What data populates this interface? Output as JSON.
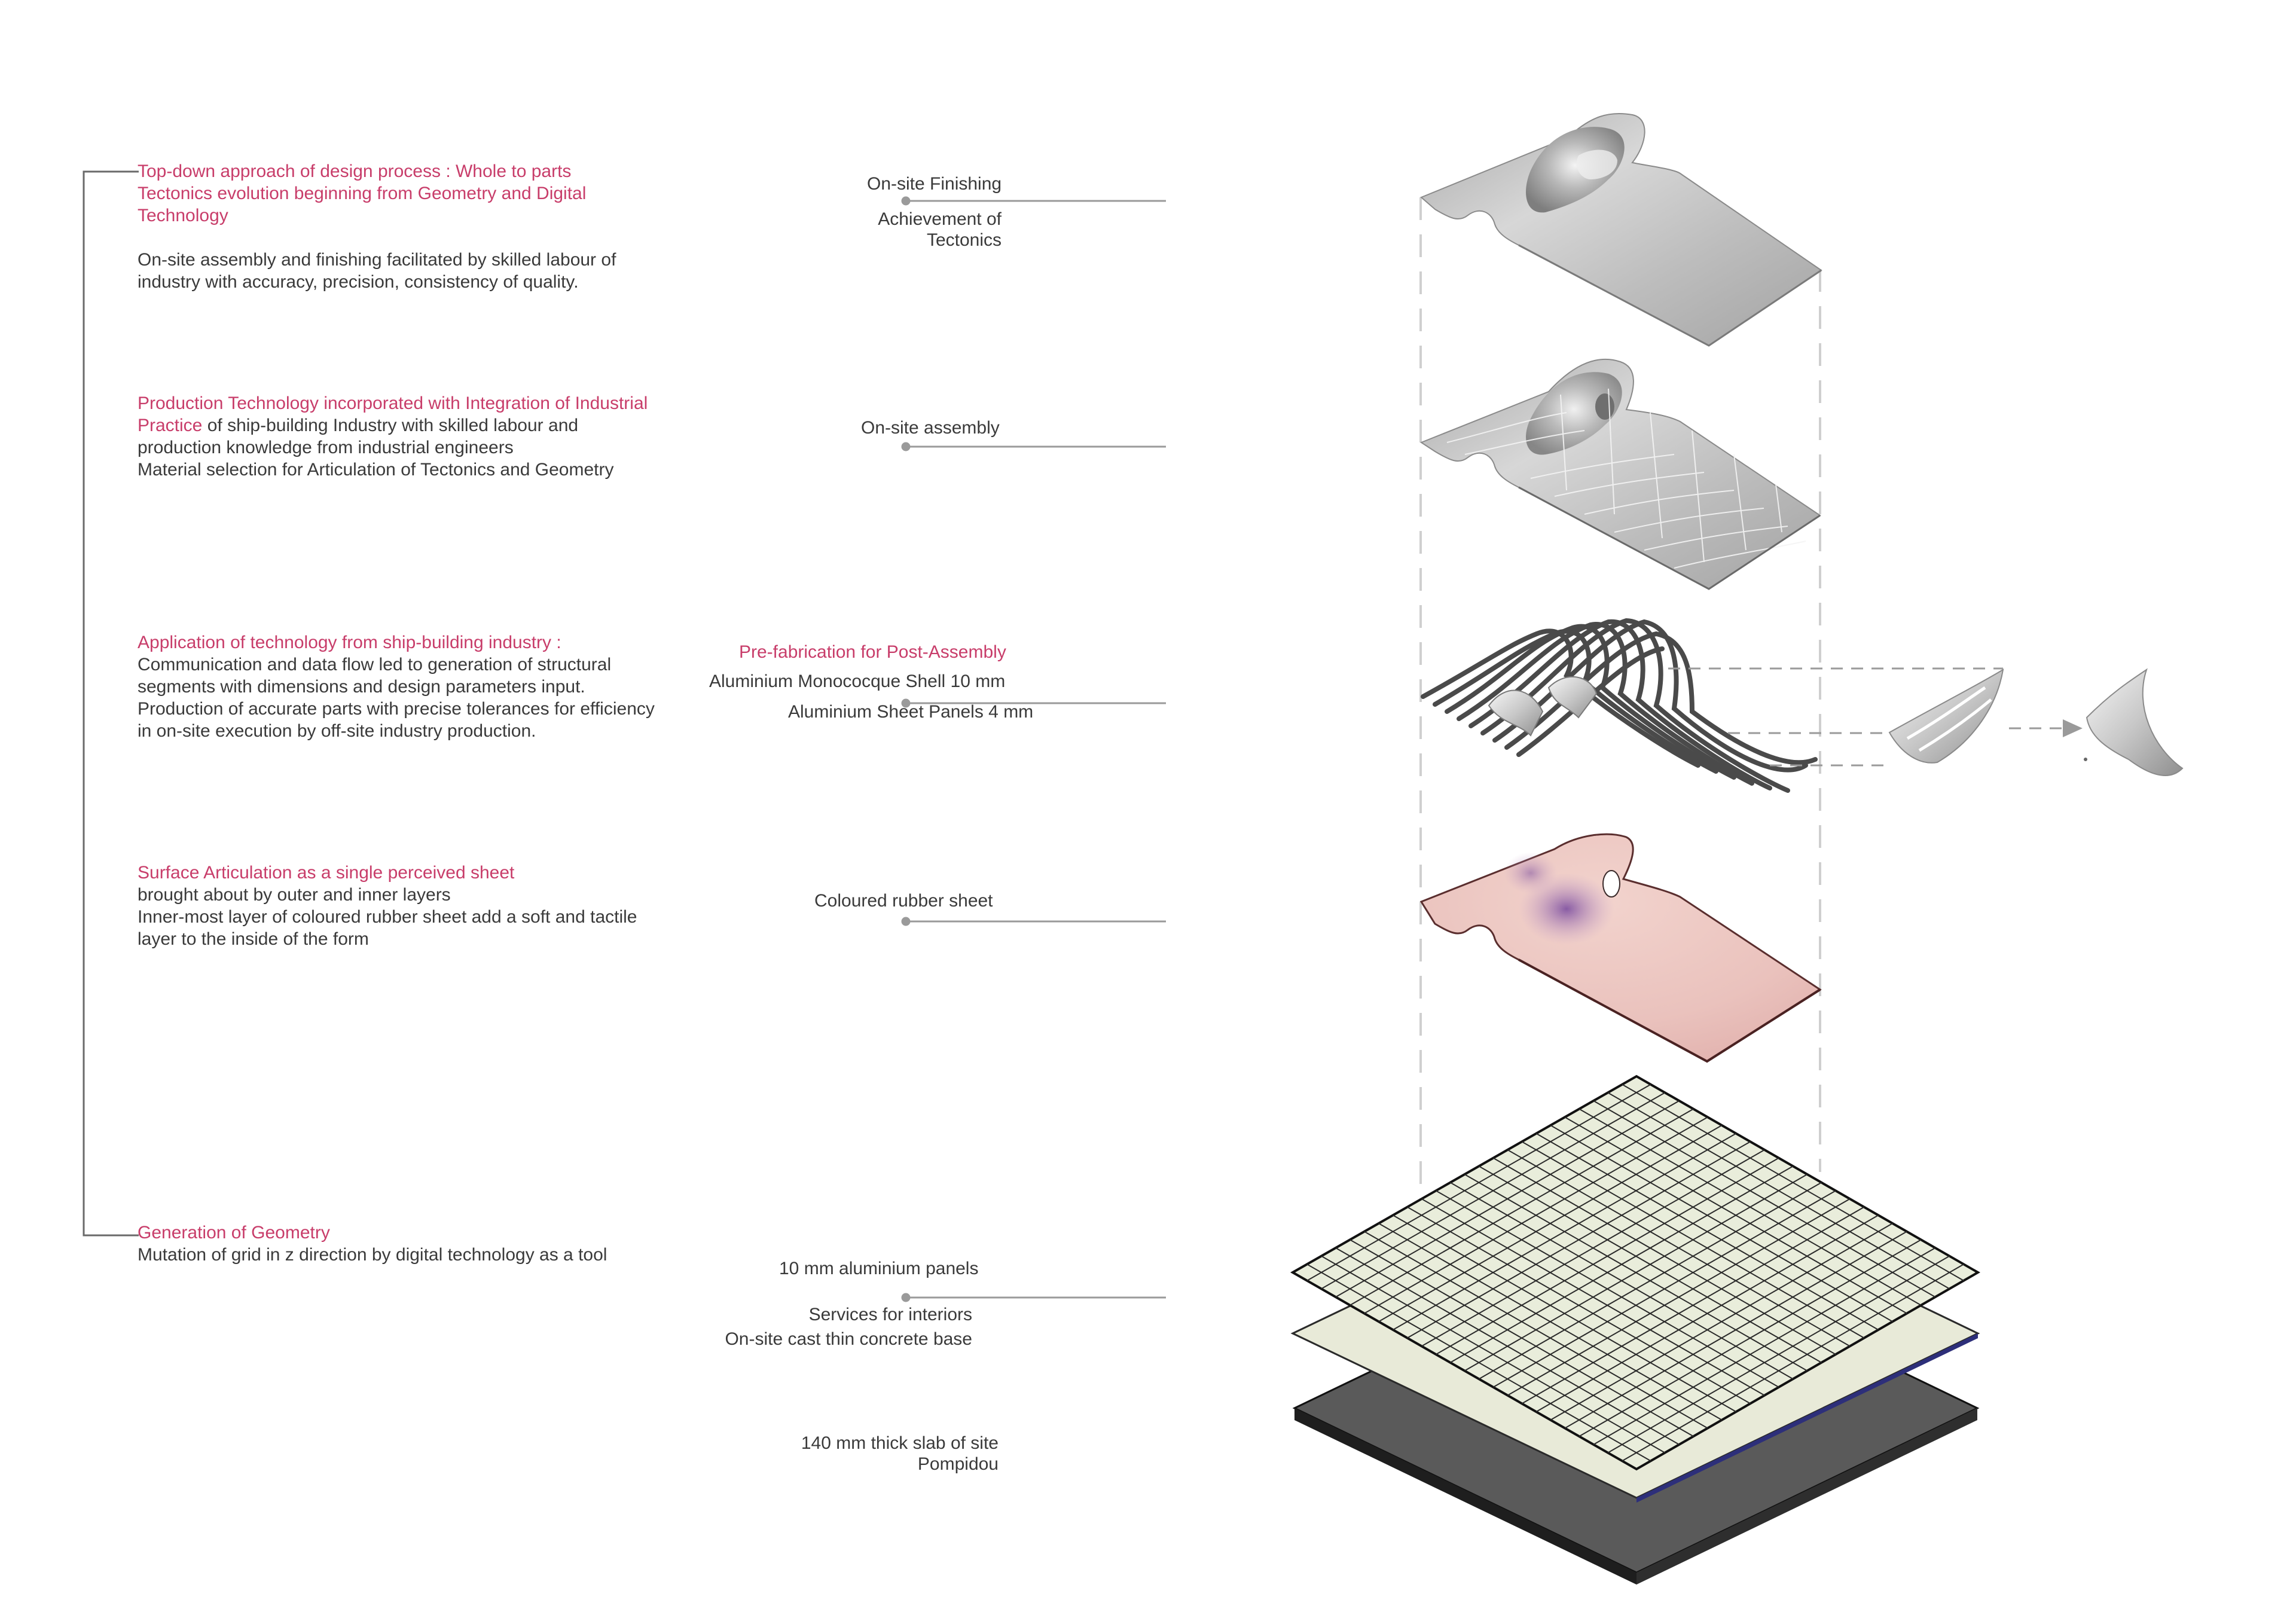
{
  "colors": {
    "accent": "#c83d6a",
    "text": "#3a3a3a",
    "leader": "#9a9a9a",
    "aluminium": "#bdbdbd",
    "rubber": "#ecc3be",
    "rubber_shade": "#8c5ea8",
    "grid_panel": "#e9eddb",
    "slab": "#5a5a5a"
  },
  "sections": [
    {
      "id": "finishing",
      "accent_lines": [
        "Top-down approach of design process : Whole to parts",
        "Tectonics evolution beginning from Geometry and Digital",
        "Technology"
      ],
      "body_lines": [
        "On-site assembly and finishing facilitated by skilled labour of",
        "industry with accuracy, precision, consistency of quality."
      ]
    },
    {
      "id": "assembly",
      "accent_a": "Production Technology incorporated with Integration of Industrial",
      "accent_b": "Practice",
      "rest_b": " of ship-building Industry with skilled labour and",
      "body_lines": [
        "production knowledge from industrial engineers",
        "Material selection for Articulation of Tectonics and Geometry"
      ]
    },
    {
      "id": "prefab",
      "accent_lines": [
        "Application of technology from ship-building industry :"
      ],
      "body_lines": [
        "Communication and data flow led to generation of structural",
        "segments with dimensions and design parameters input.",
        "Production of accurate parts with precise tolerances for efficiency",
        "in on-site execution by off-site industry production."
      ]
    },
    {
      "id": "rubber",
      "accent_lines": [
        "Surface Articulation as a single perceived sheet"
      ],
      "body_lines": [
        "brought about by outer and inner layers",
        "Inner-most layer of coloured rubber sheet add a soft and tactile",
        "layer to the inside of the form"
      ]
    },
    {
      "id": "geometry",
      "accent_lines": [
        "Generation of Geometry"
      ],
      "body_lines": [
        "Mutation of grid in z direction by digital technology as a tool"
      ]
    }
  ],
  "labels": {
    "onsite_finishing": "On-site Finishing",
    "achievement_1": "Achievement of",
    "achievement_2": "Tectonics",
    "onsite_assembly": "On-site assembly",
    "prefab_title": "Pre-fabrication for Post-Assembly",
    "monocoque": "Aluminium Monococque Shell 10 mm",
    "sheet_panels": "Aluminium Sheet Panels 4 mm",
    "rubber_sheet": "Coloured rubber sheet",
    "alu_panels": "10 mm aluminium panels",
    "services": "Services for interiors",
    "concrete_base": "On-site cast thin concrete base",
    "slab_1": "140 mm thick slab of site",
    "slab_2": "Pompidou"
  }
}
